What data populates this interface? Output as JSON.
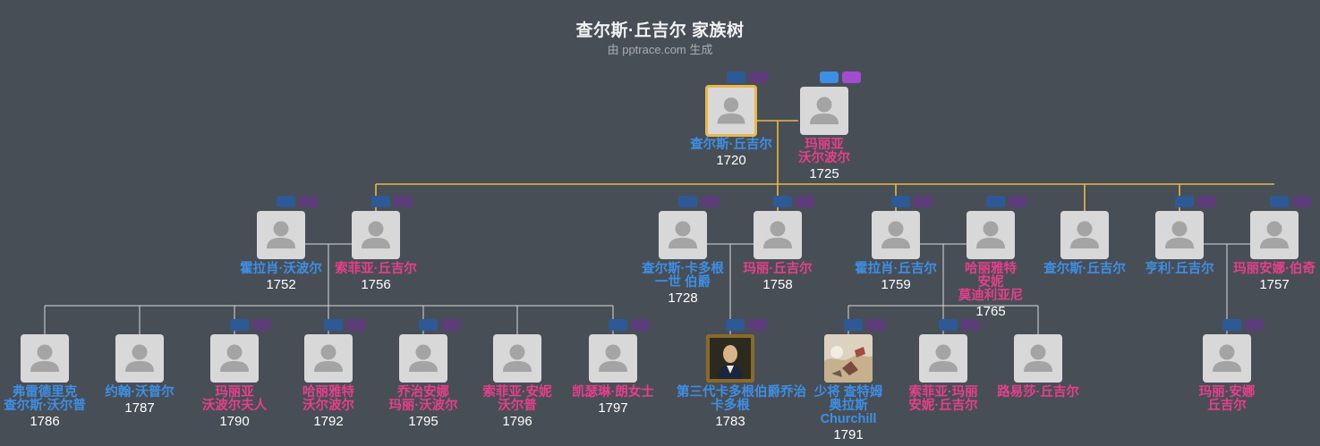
{
  "title": "查尔斯·丘吉尔 家族树",
  "subtitle": "由 pptrace.com 生成",
  "colors": {
    "background": "#484e55",
    "male": "#3d8fe6",
    "female": "#e83e8c",
    "main_line": "#e8b94a",
    "line": "#d9d9d9"
  },
  "people": [
    {
      "id": "charles",
      "name": [
        "查尔斯·丘吉尔"
      ],
      "year": "1720",
      "gender": "m",
      "focus": true,
      "badges": "dim"
    },
    {
      "id": "maria",
      "name": [
        "玛丽亚",
        "沃尔波尔"
      ],
      "year": "1725",
      "gender": "f",
      "badges": "bright"
    },
    {
      "id": "horatio_w",
      "name": [
        "霍拉肖·沃波尔"
      ],
      "year": "1752",
      "gender": "m",
      "badges": "dim"
    },
    {
      "id": "sophia_c",
      "name": [
        "索菲亚·丘吉尔"
      ],
      "year": "1756",
      "gender": "f",
      "badges": "dim"
    },
    {
      "id": "charles_cad",
      "name": [
        "查尔斯·卡多根",
        "一世 伯爵"
      ],
      "year": "1728",
      "gender": "m",
      "badges": "dim"
    },
    {
      "id": "mary_c",
      "name": [
        "玛丽·丘吉尔"
      ],
      "year": "1758",
      "gender": "f",
      "badges": "dim"
    },
    {
      "id": "horatio_c",
      "name": [
        "霍拉肖·丘吉尔"
      ],
      "year": "1759",
      "gender": "m",
      "badges": "dim"
    },
    {
      "id": "harriet",
      "name": [
        "哈丽雅特",
        "安妮",
        "莫迪利亚尼"
      ],
      "year": "1765",
      "gender": "f",
      "badges": "dim"
    },
    {
      "id": "charles_c2",
      "name": [
        "查尔斯·丘吉尔"
      ],
      "year": "",
      "gender": "m",
      "badges": "none"
    },
    {
      "id": "henry",
      "name": [
        "亨利·丘吉尔"
      ],
      "year": "",
      "gender": "m",
      "badges": "dim"
    },
    {
      "id": "marianne",
      "name": [
        "玛丽安娜·伯奇"
      ],
      "year": "1757",
      "gender": "f",
      "badges": "dim"
    },
    {
      "id": "frederick",
      "name": [
        "弗雷德里克",
        "查尔斯·沃尔普"
      ],
      "year": "1786",
      "gender": "m",
      "badges": "none"
    },
    {
      "id": "john",
      "name": [
        "约翰·沃普尔"
      ],
      "year": "1787",
      "gender": "m",
      "badges": "none"
    },
    {
      "id": "maria_w",
      "name": [
        "玛丽亚",
        "沃波尔夫人"
      ],
      "year": "1790",
      "gender": "f",
      "badges": "dim"
    },
    {
      "id": "harriet_w",
      "name": [
        "哈丽雅特",
        "沃尔波尔"
      ],
      "year": "1792",
      "gender": "f",
      "badges": "dim"
    },
    {
      "id": "georgiana",
      "name": [
        "乔治安娜",
        "玛丽·沃波尔"
      ],
      "year": "1795",
      "gender": "f",
      "badges": "dim"
    },
    {
      "id": "sophia_w",
      "name": [
        "索菲亚·安妮",
        "沃尔普"
      ],
      "year": "1796",
      "gender": "f",
      "badges": "none"
    },
    {
      "id": "catherine",
      "name": [
        "凯瑟琳·朗女士"
      ],
      "year": "1797",
      "gender": "f",
      "badges": "dim"
    },
    {
      "id": "george_cad",
      "name": [
        "第三代卡多根伯爵乔治",
        "卡多根"
      ],
      "year": "1783",
      "gender": "m",
      "badges": "dim",
      "photo": "portrait"
    },
    {
      "id": "general",
      "name": [
        "少将 查特姆",
        "奥拉斯",
        "Churchill"
      ],
      "year": "1791",
      "gender": "m",
      "badges": "dim",
      "photo": "battle"
    },
    {
      "id": "sophia_mc",
      "name": [
        "索菲亚·玛丽",
        "安妮·丘吉尔"
      ],
      "year": "",
      "gender": "f",
      "badges": "dim"
    },
    {
      "id": "louisa",
      "name": [
        "路易莎·丘吉尔"
      ],
      "year": "",
      "gender": "f",
      "badges": "none"
    },
    {
      "id": "mary_anne",
      "name": [
        "玛丽·安娜",
        "丘吉尔"
      ],
      "year": "",
      "gender": "f",
      "badges": "dim"
    }
  ]
}
